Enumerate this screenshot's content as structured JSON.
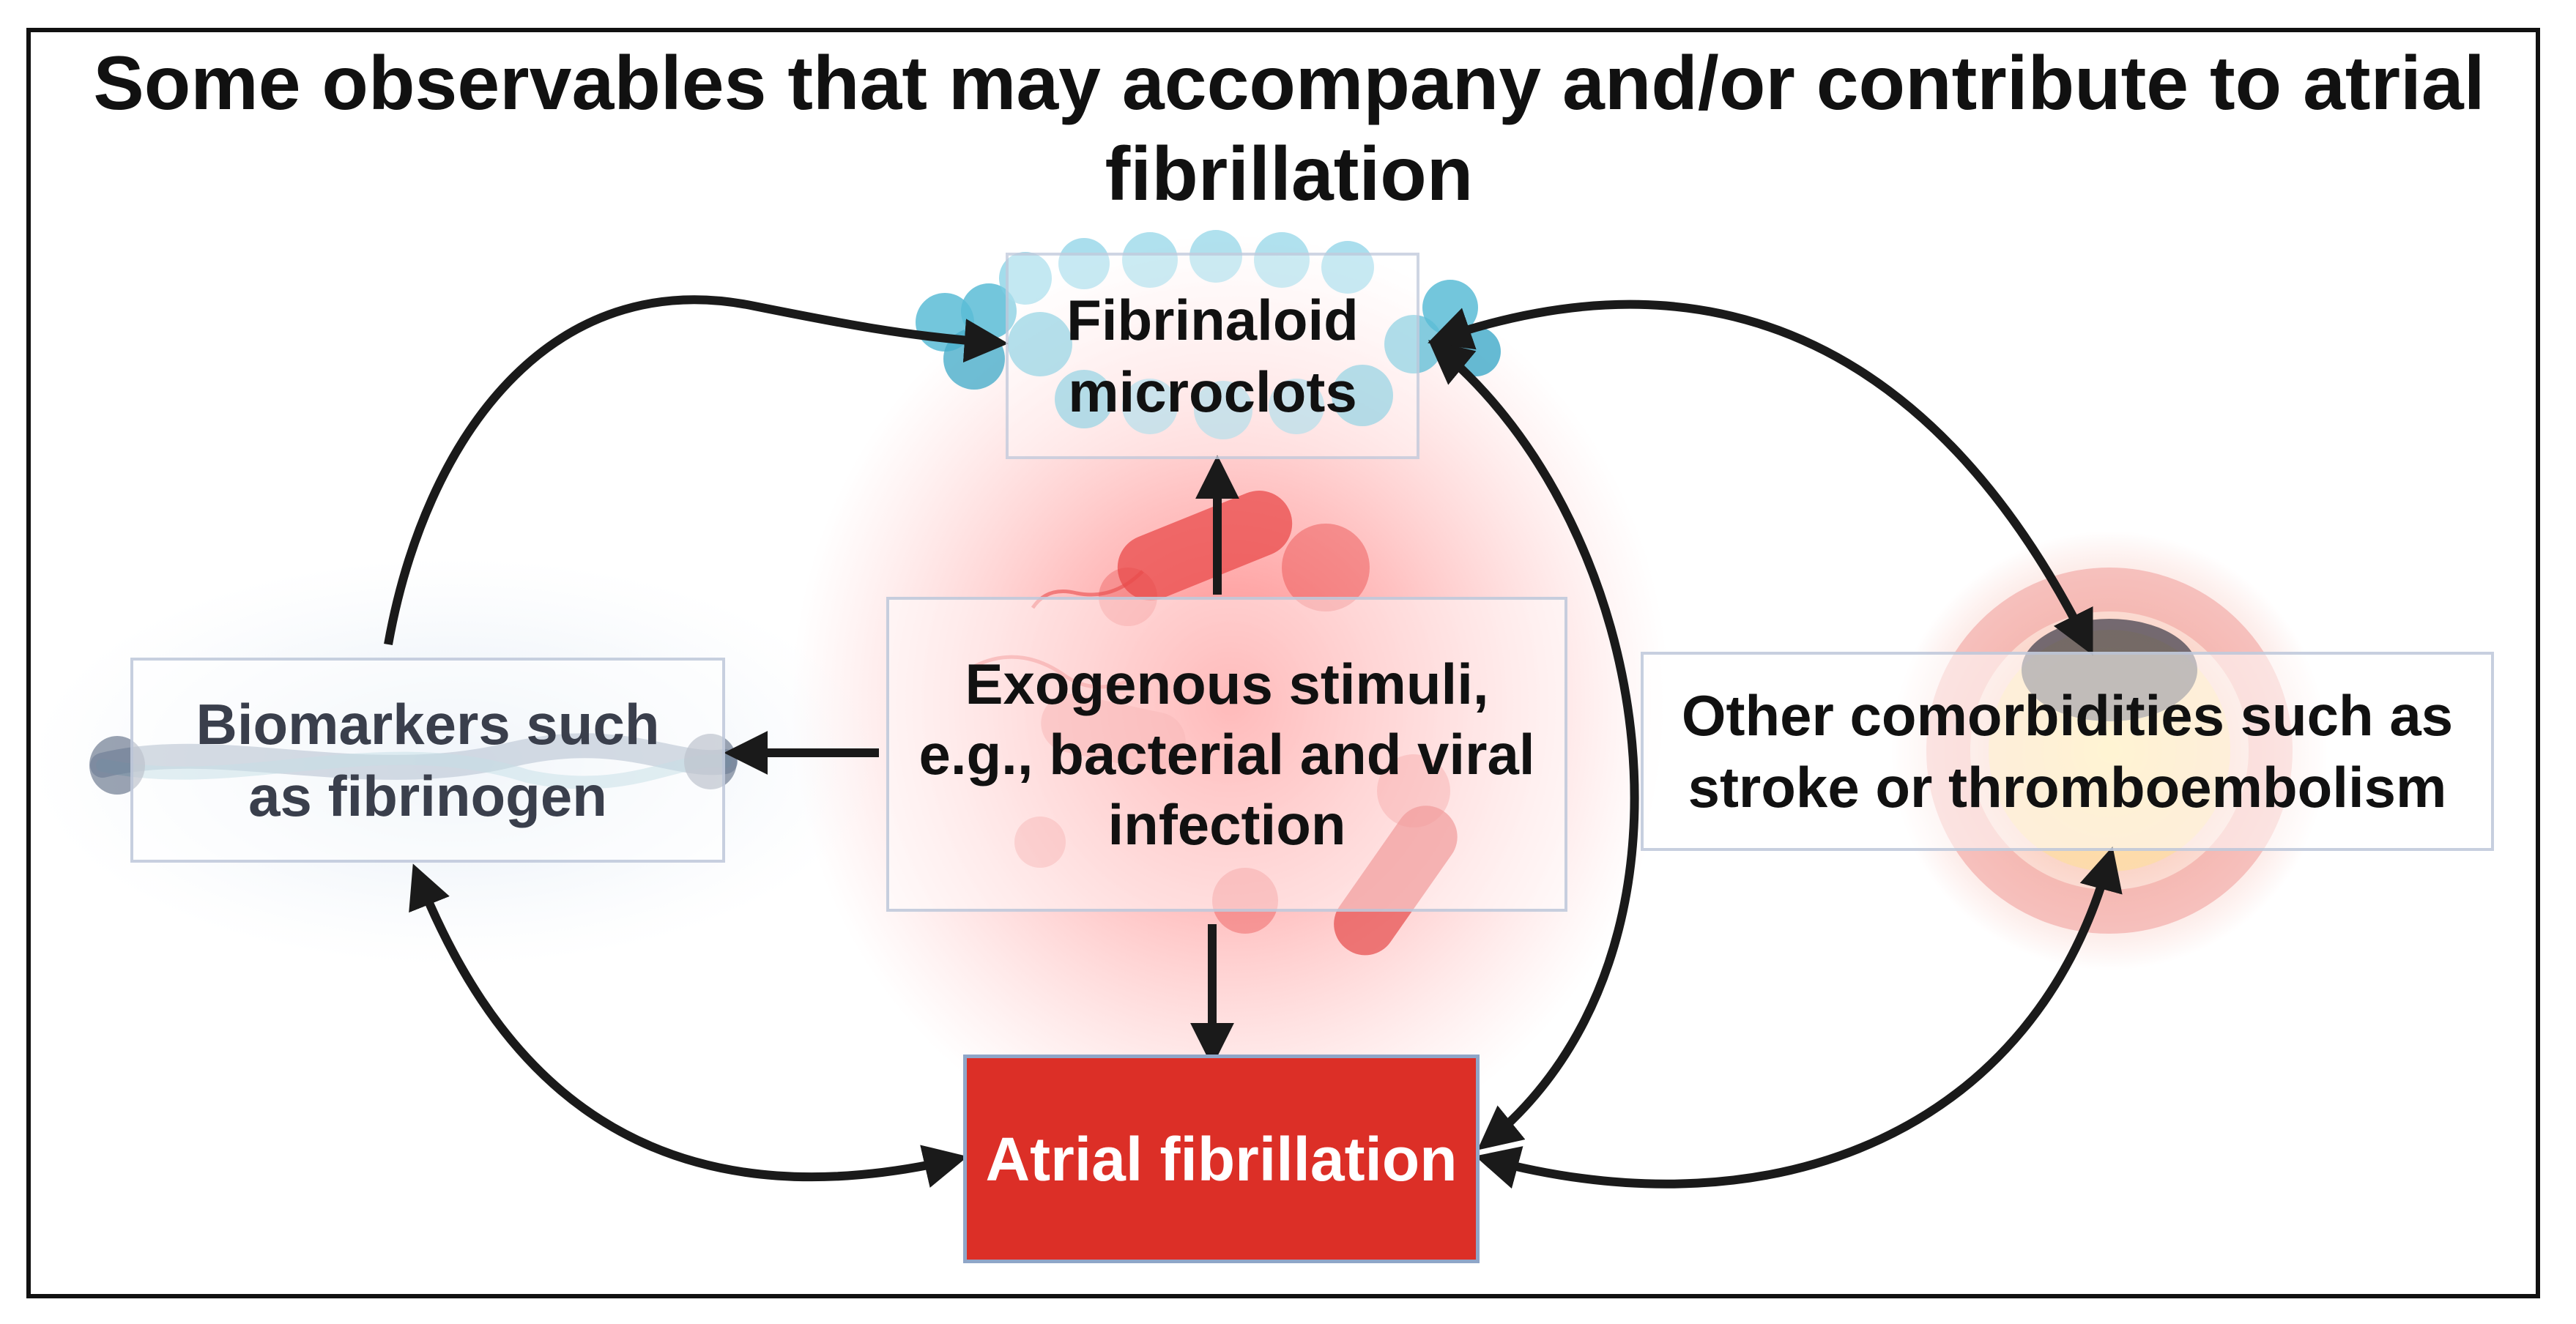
{
  "title": "Some observables that may accompany and/or contribute to atrial fibrillation",
  "nodes": {
    "microclots": "Fibrinaloid microclots",
    "stimuli": "Exogenous stimuli, e.g., bacterial and viral infection",
    "biomarkers": "Biomarkers such as fibrinogen",
    "comorbidities": "Other comorbidities such as stroke or thromboembolism",
    "atrial_fibrillation": "Atrial fibrillation"
  },
  "icons": [
    "microclot-icon",
    "bacteria-icon",
    "virus-icon",
    "fibrinogen-fiber-icon",
    "artery-cross-section-icon"
  ],
  "colors": {
    "atrial_fibrillation_box": "#dc2f27",
    "infection_glow": "#ff3b3b",
    "microclot": "#5bbcd6",
    "arrow": "#1a1a1a"
  }
}
